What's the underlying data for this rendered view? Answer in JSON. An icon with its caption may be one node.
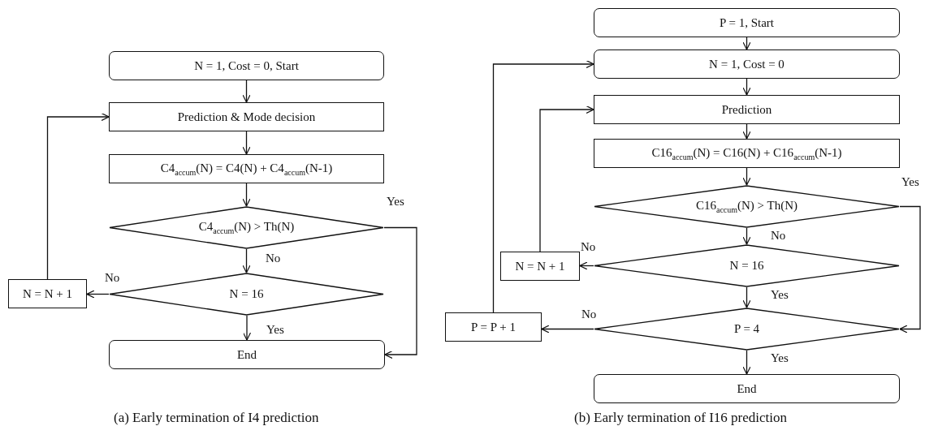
{
  "diagram": {
    "nodes": [
      {
        "text": [
          "N = 1, Cost = 0, Start"
        ]
      },
      {
        "text": [
          "Prediction & Mode decision"
        ]
      },
      {
        "text": [
          "C4$_{accum}$(N) = C4(N) + C4$_{accum}$(N-1)"
        ]
      },
      {
        "text": [
          "C4$_{accum}$(N) > Th(N)"
        ]
      },
      {
        "text": [
          "N = 16"
        ]
      },
      {
        "text": [
          "N = N + 1"
        ]
      },
      {
        "text": [
          "End"
        ]
      },
      {
        "text": [
          "P = 1, Start"
        ]
      },
      {
        "text": [
          "N = 1, Cost = 0"
        ]
      },
      {
        "text": [
          "Prediction"
        ]
      },
      {
        "text": [
          "C16$_{accum}$(N) = C16(N) + C16$_{accum}$(N-1)"
        ]
      },
      {
        "text": [
          "C16$_{accum}$(N) > Th(N)"
        ]
      },
      {
        "text": [
          "N = 16"
        ]
      },
      {
        "text": [
          "N = N + 1"
        ]
      },
      {
        "text": [
          "P = 4"
        ]
      },
      {
        "text": [
          "P = P + 1"
        ]
      },
      {
        "text": [
          "End"
        ]
      }
    ],
    "edges": [
      {
        "from": 0,
        "to": 1,
        "arrow": "to"
      },
      {
        "from": 1,
        "to": 2,
        "arrow": "to"
      },
      {
        "from": 2,
        "to": 3,
        "arrow": "to"
      },
      {
        "from": 3,
        "to": 4,
        "arrow": "to",
        "label": "No"
      },
      {
        "from": 3,
        "to": 6,
        "arrow": "to",
        "label": "Yes"
      },
      {
        "from": 4,
        "to": 5,
        "arrow": "to",
        "label": "No"
      },
      {
        "from": 4,
        "to": 6,
        "arrow": "to",
        "label": "Yes"
      },
      {
        "from": 5,
        "to": 1,
        "arrow": "to"
      },
      {
        "from": 7,
        "to": 8,
        "arrow": "to"
      },
      {
        "from": 8,
        "to": 9,
        "arrow": "to"
      },
      {
        "from": 9,
        "to": 10,
        "arrow": "to"
      },
      {
        "from": 10,
        "to": 11,
        "arrow": "to"
      },
      {
        "from": 11,
        "to": 12,
        "arrow": "to",
        "label": "No"
      },
      {
        "from": 11,
        "to": 14,
        "arrow": "to",
        "label": "Yes"
      },
      {
        "from": 12,
        "to": 13,
        "arrow": "to",
        "label": "No"
      },
      {
        "from": 12,
        "to": 14,
        "arrow": "to",
        "label": "Yes"
      },
      {
        "from": 13,
        "to": 9,
        "arrow": "to"
      },
      {
        "from": 14,
        "to": 15,
        "arrow": "to",
        "label": "No"
      },
      {
        "from": 14,
        "to": 16,
        "arrow": "to",
        "label": "Yes"
      },
      {
        "from": 15,
        "to": 8,
        "arrow": "to"
      }
    ],
    "labels": [
      "(a) Early termination of I4 prediction",
      "(b) Early termination of I16 prediction"
    ]
  }
}
